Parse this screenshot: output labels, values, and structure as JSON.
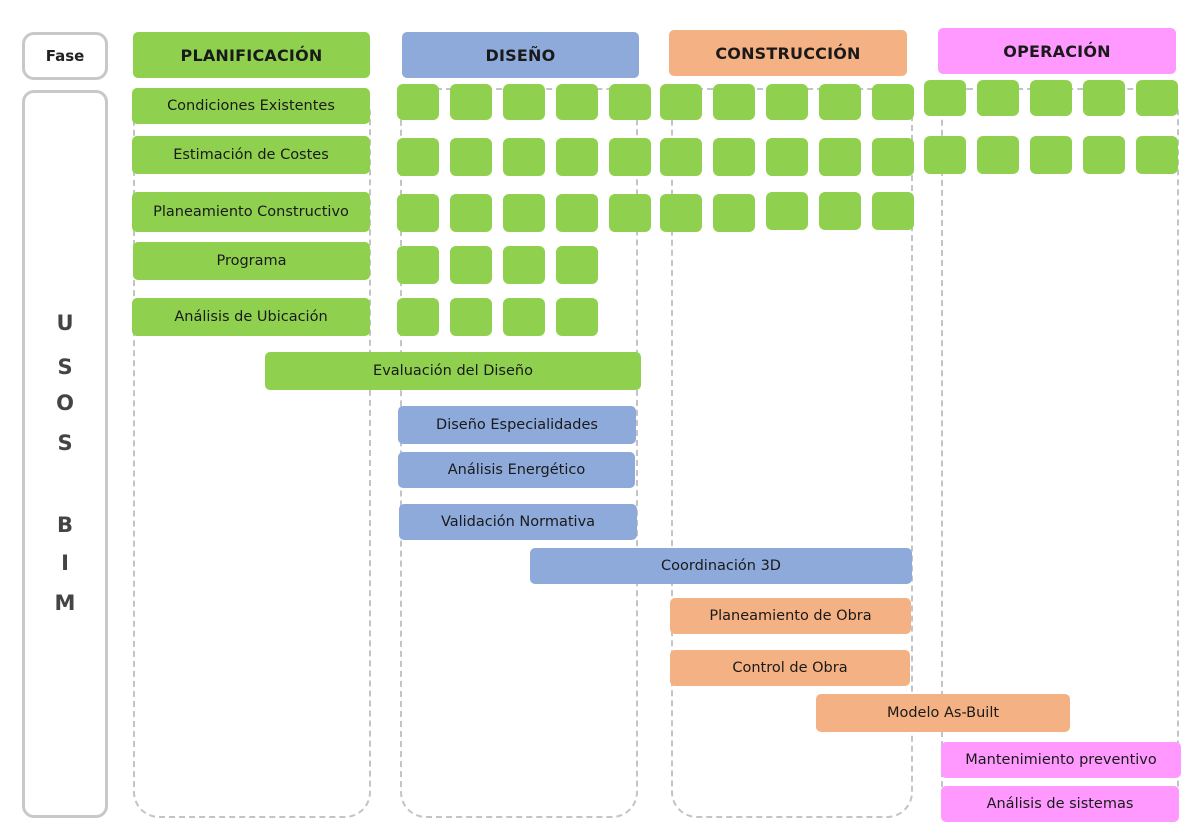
{
  "sidebar": {
    "fase_label": "Fase",
    "letters": [
      "U",
      "S",
      "O",
      "S",
      "B",
      "I",
      "M"
    ]
  },
  "phases": {
    "planificacion": "PLANIFICACIÓN",
    "diseno": "DISEÑO",
    "construccion": "CONSTRUCCIÓN",
    "operacion": "OPERACIÓN"
  },
  "uses": {
    "condiciones_existentes": "Condiciones Existentes",
    "estimacion_costes": "Estimación de Costes",
    "planeamiento_constructivo": "Planeamiento Constructivo",
    "programa": "Programa",
    "analisis_ubicacion": "Análisis de Ubicación",
    "evaluacion_diseno": "Evaluación del Diseño",
    "diseno_especialidades": "Diseño Especialidades",
    "analisis_energetico": "Análisis Energético",
    "validacion_normativa": "Validación Normativa",
    "coordinacion_3d": "Coordinación 3D",
    "planeamiento_obra": "Planeamiento de Obra",
    "control_obra": "Control de Obra",
    "modelo_as_built": "Modelo As-Built",
    "mantenimiento_preventivo": "Mantenimiento preventivo",
    "analisis_sistemas": "Análisis de sistemas"
  },
  "colors": {
    "planificacion": "#8fd14f",
    "diseno": "#8eaadb",
    "construccion": "#f4b183",
    "operacion": "#ff99ff",
    "lane_border": "#c4c4c4"
  }
}
